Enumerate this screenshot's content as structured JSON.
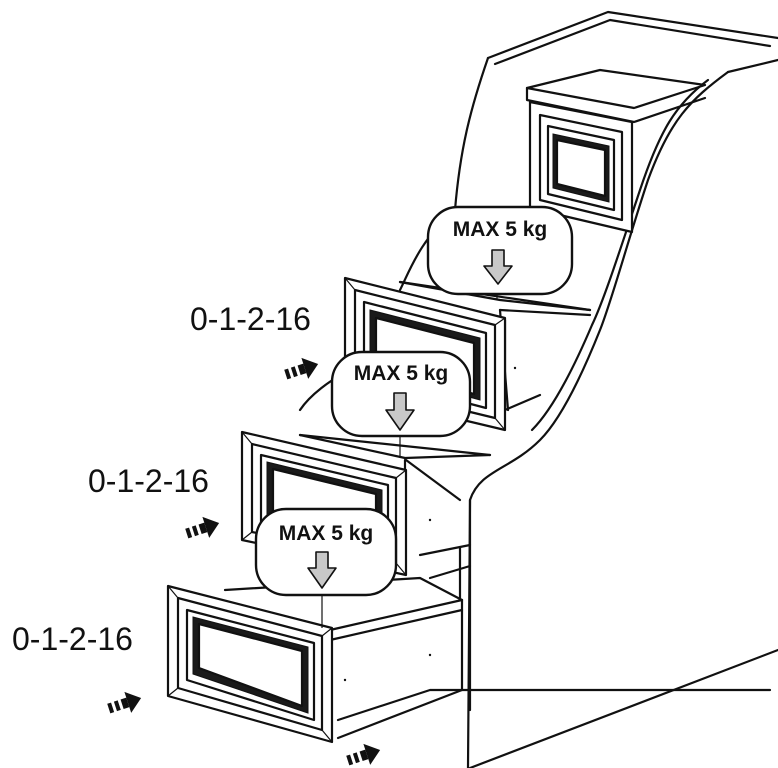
{
  "labels": {
    "drawer_top": "0-1-2-16",
    "drawer_middle": "0-1-2-16",
    "drawer_bottom": "0-1-2-16"
  },
  "callouts": {
    "top": "MAX 5 kg",
    "upper": "MAX 5 kg",
    "middle": "MAX 5 kg"
  }
}
